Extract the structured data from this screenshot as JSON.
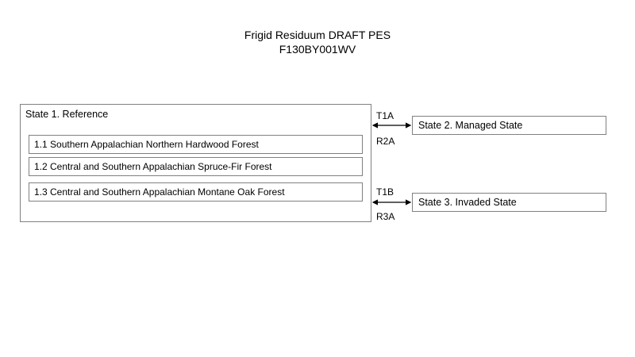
{
  "title": {
    "line1": "Frigid Residuum DRAFT PES",
    "line2": "F130BY001WV"
  },
  "state1": {
    "label": "State 1. Reference",
    "phases": [
      {
        "label": "1.1 Southern Appalachian Northern Hardwood Forest"
      },
      {
        "label": "1.2 Central and Southern Appalachian Spruce-Fir Forest"
      },
      {
        "label": "1.3 Central and Southern Appalachian Montane Oak Forest"
      }
    ]
  },
  "state2": {
    "label": "State 2. Managed State"
  },
  "state3": {
    "label": "State 3. Invaded State"
  },
  "transitions": {
    "t1a": "T1A",
    "r2a": "R2A",
    "t1b": "T1B",
    "r3a": "R3A"
  },
  "colors": {
    "box_border": "#808080",
    "arrow": "#000000"
  }
}
